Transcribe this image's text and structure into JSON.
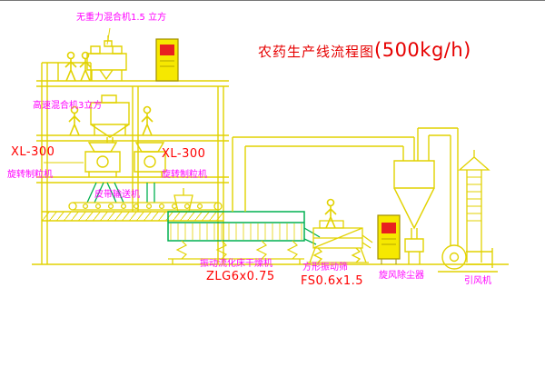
{
  "title": {
    "text": "农药生产线流程图",
    "capacity": "(500kg/h)"
  },
  "labels": {
    "gravity_mixer": "无重力混合机1.5 立方",
    "high_speed_mixer": "高速混合机3立方",
    "granulator_left_model": "XL-300",
    "granulator_left_name": "旋转制粒机",
    "granulator_center_model": "XL-300",
    "granulator_center_name": "旋转制粒机",
    "belt_conveyor": "皮带输送机",
    "fluid_bed_dryer": "振动流化床干燥机",
    "fluid_bed_dryer_model": "ZLG6x0.75",
    "vibrating_screen": "方形振动筛",
    "vibrating_screen_model": "FS0.6x1.5",
    "cyclone": "旋风除尘器",
    "fan": "引风机"
  },
  "colors": {
    "line_yellow": "#e2d200",
    "line_green": "#00b050",
    "label_magenta": "#ff00ff",
    "label_red": "#ff0000",
    "title_red": "#e60000",
    "cabinet_fill": "#f6e800",
    "cabinet_panel": "#e82020"
  }
}
